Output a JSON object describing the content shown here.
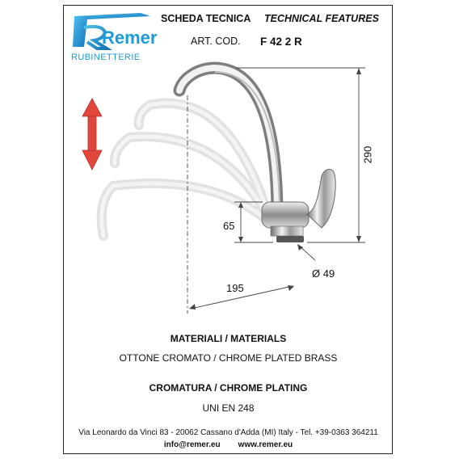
{
  "logo": {
    "brand": "Remer",
    "subtitle": "RUBINETTERIE",
    "color": "#1a9cd8"
  },
  "header": {
    "title_it": "SCHEDA TECNICA",
    "title_en": "TECHNICAL FEATURES",
    "art_label": "ART. COD.",
    "art_code": "F 42 2 R"
  },
  "dimensions": {
    "height_total": "290",
    "height_base": "65",
    "reach": "195",
    "diameter": "Ø 49"
  },
  "arrow": {
    "icon": "double-arrow-vertical-icon",
    "color": "#e0463a"
  },
  "materials": {
    "title": "MATERIALI / MATERIALS",
    "value": "OTTONE CROMATO / CHROME PLATED BRASS"
  },
  "plating": {
    "title": "CROMATURA / CHROME PLATING",
    "value": "UNI EN 248"
  },
  "footer": {
    "address": "Via Leonardo da Vinci 83 - 20062 Cassano d'Adda (MI) Italy - Tel. +39-0363 364211",
    "email": "info@remer.eu",
    "website": "www.remer.eu"
  }
}
